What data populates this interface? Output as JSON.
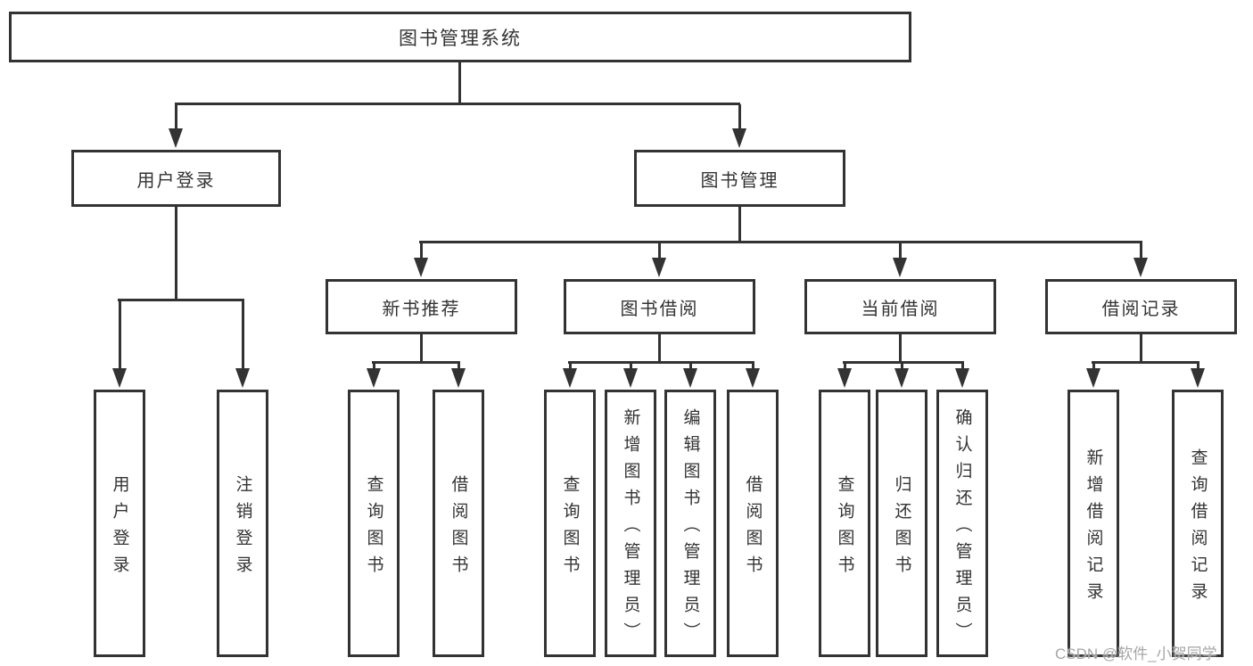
{
  "diagram": {
    "title": "图书管理系统",
    "type": "hierarchy-tree",
    "colors": {
      "line": "#333333",
      "text": "#333333",
      "background": "#ffffff",
      "watermark": "#a6a6a6"
    },
    "nodes": [
      {
        "id": "root",
        "label": "图书管理系统",
        "level": 1,
        "parent": null,
        "orientation": "horizontal"
      },
      {
        "id": "user-login",
        "label": "用户登录",
        "level": 2,
        "parent": "root",
        "orientation": "horizontal"
      },
      {
        "id": "book-mgmt",
        "label": "图书管理",
        "level": 2,
        "parent": "root",
        "orientation": "horizontal"
      },
      {
        "id": "new-book-rec",
        "label": "新书推荐",
        "level": 3,
        "parent": "book-mgmt",
        "orientation": "horizontal"
      },
      {
        "id": "book-borrow",
        "label": "图书借阅",
        "level": 3,
        "parent": "book-mgmt",
        "orientation": "horizontal"
      },
      {
        "id": "current-borrow",
        "label": "当前借阅",
        "level": 3,
        "parent": "book-mgmt",
        "orientation": "horizontal"
      },
      {
        "id": "borrow-records",
        "label": "借阅记录",
        "level": 3,
        "parent": "book-mgmt",
        "orientation": "horizontal"
      },
      {
        "id": "leaf-user-login",
        "label": "用户登录",
        "level": 4,
        "parent": "user-login",
        "orientation": "vertical"
      },
      {
        "id": "leaf-logout",
        "label": "注销登录",
        "level": 4,
        "parent": "user-login",
        "orientation": "vertical"
      },
      {
        "id": "leaf-query-book-rec",
        "label": "查询图书",
        "level": 4,
        "parent": "new-book-rec",
        "orientation": "vertical"
      },
      {
        "id": "leaf-borrow-book-rec",
        "label": "借阅图书",
        "level": 4,
        "parent": "new-book-rec",
        "orientation": "vertical"
      },
      {
        "id": "leaf-query-book-borrow",
        "label": "查询图书",
        "level": 4,
        "parent": "book-borrow",
        "orientation": "vertical"
      },
      {
        "id": "leaf-add-book",
        "label": "新增图书（管理员）",
        "level": 4,
        "parent": "book-borrow",
        "orientation": "vertical"
      },
      {
        "id": "leaf-edit-book",
        "label": "编辑图书（管理员）",
        "level": 4,
        "parent": "book-borrow",
        "orientation": "vertical"
      },
      {
        "id": "leaf-borrow-book",
        "label": "借阅图书",
        "level": 4,
        "parent": "book-borrow",
        "orientation": "vertical"
      },
      {
        "id": "leaf-query-book-current",
        "label": "查询图书",
        "level": 4,
        "parent": "current-borrow",
        "orientation": "vertical"
      },
      {
        "id": "leaf-return-book",
        "label": "归还图书",
        "level": 4,
        "parent": "current-borrow",
        "orientation": "vertical"
      },
      {
        "id": "leaf-confirm-return",
        "label": "确认归还（管理员）",
        "level": 4,
        "parent": "current-borrow",
        "orientation": "vertical"
      },
      {
        "id": "leaf-add-borrow-record",
        "label": "新增借阅记录",
        "level": 4,
        "parent": "borrow-records",
        "orientation": "vertical"
      },
      {
        "id": "leaf-query-borrow-record",
        "label": "查询借阅记录",
        "level": 4,
        "parent": "borrow-records",
        "orientation": "vertical"
      }
    ]
  },
  "watermark": {
    "text": "CSDN @软件_小贺同学"
  }
}
